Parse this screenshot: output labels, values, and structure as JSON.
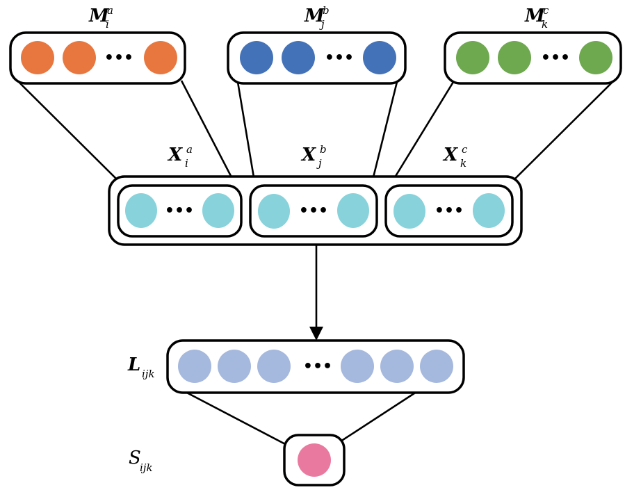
{
  "colors": {
    "orange": "#E8773F",
    "blue": "#4472B8",
    "green": "#6EA84F",
    "cyan": "#87D2DB",
    "lavender": "#A5B8DD",
    "pink": "#EA79A0",
    "line": "#000000"
  },
  "modalities": [
    {
      "id": "a",
      "label": {
        "base": "M",
        "sup": "a",
        "sub": "i"
      },
      "color_key": "orange",
      "ellipsis": "•••"
    },
    {
      "id": "b",
      "label": {
        "base": "M",
        "sup": "b",
        "sub": "j"
      },
      "color_key": "blue",
      "ellipsis": "•••"
    },
    {
      "id": "c",
      "label": {
        "base": "M",
        "sup": "c",
        "sub": "k"
      },
      "color_key": "green",
      "ellipsis": "•••"
    }
  ],
  "features": [
    {
      "id": "a",
      "label": {
        "base": "X",
        "sup": "a",
        "sub": "i"
      },
      "ellipsis": "•••"
    },
    {
      "id": "b",
      "label": {
        "base": "X",
        "sup": "b",
        "sub": "j"
      },
      "ellipsis": "•••"
    },
    {
      "id": "c",
      "label": {
        "base": "X",
        "sup": "c",
        "sub": "k"
      },
      "ellipsis": "•••"
    }
  ],
  "fused": {
    "label": {
      "base": "L",
      "sub": "ijk"
    },
    "ellipsis": "•••"
  },
  "score": {
    "label": {
      "base": "S",
      "sub": "ijk"
    }
  }
}
